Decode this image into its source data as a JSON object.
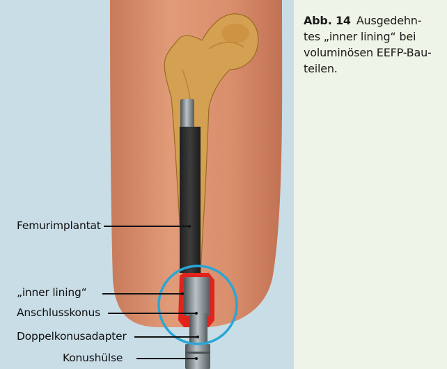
{
  "caption": {
    "label": "Abb. 14",
    "text_line1": "Ausgedehn-",
    "text_line2": "tes „inner lining“ bei",
    "text_line3": "voluminösen EEFP-Bau-",
    "text_line4": "teilen."
  },
  "labels": {
    "femur_implant": "Femurimplantat",
    "inner_lining": "„inner lining“",
    "connection_cone": "Anschlusskonus",
    "double_cone_adapter": "Doppelkonusadapter",
    "cone_sleeve": "Konushülse"
  },
  "colors": {
    "background": "#c9dde6",
    "skin": "#d98e6c",
    "bone": "#d4a052",
    "implant": "#2b2b2b",
    "lining": "#e0231c",
    "highlight_circle": "#29a6d6",
    "caption_bg": "#eef4e7"
  }
}
